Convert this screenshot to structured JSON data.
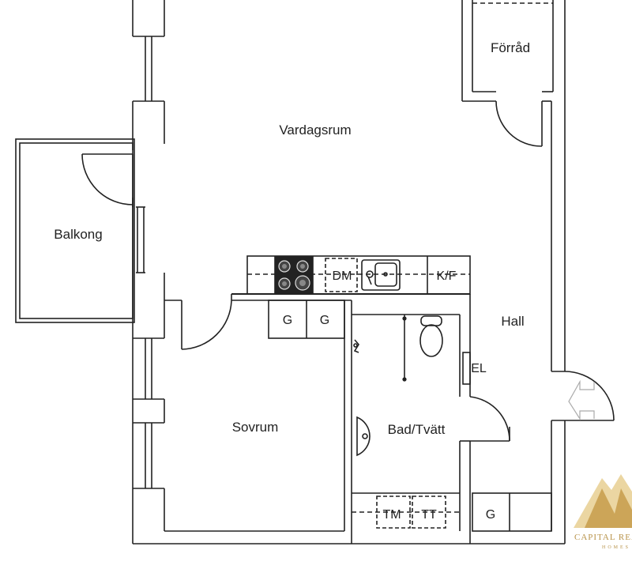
{
  "rooms": {
    "forrad": "Förråd",
    "vardagsrum": "Vardagsrum",
    "balkong": "Balkong",
    "hall": "Hall",
    "sovrum": "Sovrum",
    "bad": "Bad/Tvätt"
  },
  "fixtures": {
    "dishwasher": "DM",
    "fridge_freezer": "K/F",
    "wardrobe_1": "G",
    "wardrobe_2": "G",
    "electrical": "EL",
    "washer": "TM",
    "dryer": "TT",
    "hall_wardrobe": "G"
  },
  "logo": {
    "name": "CAPITAL REAL",
    "sub": "HOMES",
    "color": "#c9a050"
  }
}
